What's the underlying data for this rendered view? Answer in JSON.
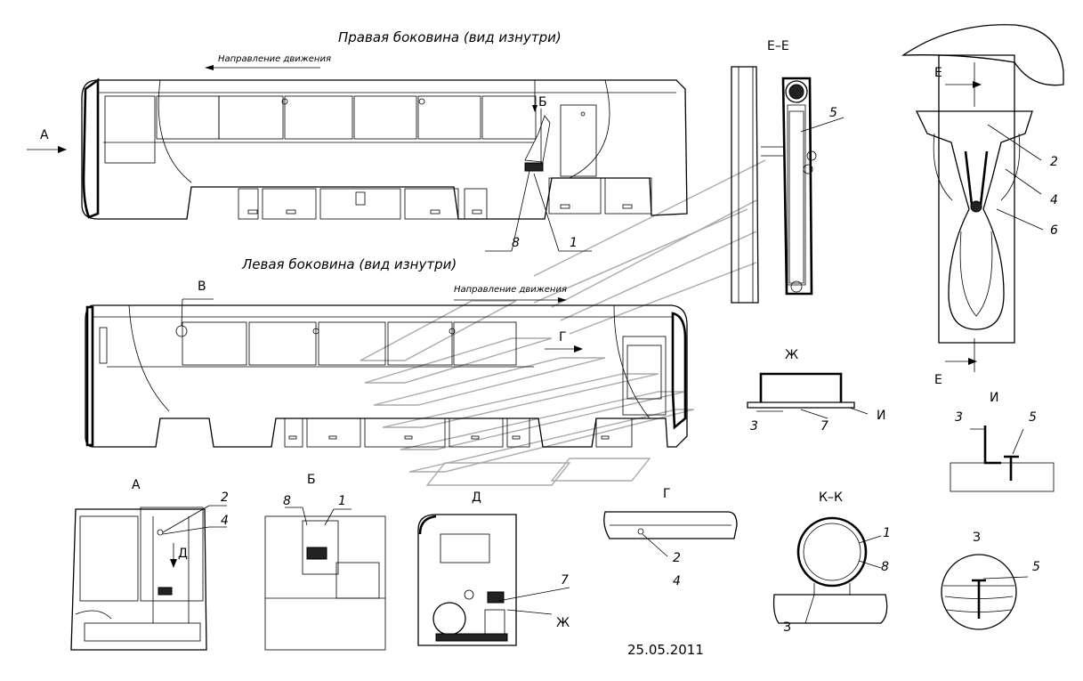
{
  "titles": {
    "right_side": "Правая боковина (вид изнутри)",
    "left_side": "Левая боковина (вид изнутри)",
    "direction_top": "Направление движения",
    "direction_bottom": "Направление движения"
  },
  "views": {
    "A_arrow": "А",
    "B_arrow": "Б",
    "V_marker": "В",
    "G_arrow": "Г",
    "EE": "Е–Е",
    "E_top": "Е",
    "E_bottom": "Е",
    "ZH": "Ж",
    "I_top": "И",
    "I_label": "И",
    "A_view": "А",
    "B_view": "Б",
    "D_view": "Д",
    "D_arrow": "Д",
    "G_view": "Г",
    "KK": "К–К",
    "Z_view": "З",
    "Z_label": "З",
    "ZH_label": "Ж"
  },
  "callouts": {
    "top_8": "8",
    "top_1": "1",
    "ee_5": "5",
    "r_2": "2",
    "r_4": "4",
    "r_6": "6",
    "zh_3": "3",
    "zh_7": "7",
    "i_3": "3",
    "i_5": "5",
    "a_2": "2",
    "a_4": "4",
    "b_8": "8",
    "b_1": "1",
    "d_7": "7",
    "g_2": "2",
    "g_4": "4",
    "kk_1": "1",
    "kk_8": "8",
    "z_5": "5"
  },
  "date": "25.05.2011"
}
